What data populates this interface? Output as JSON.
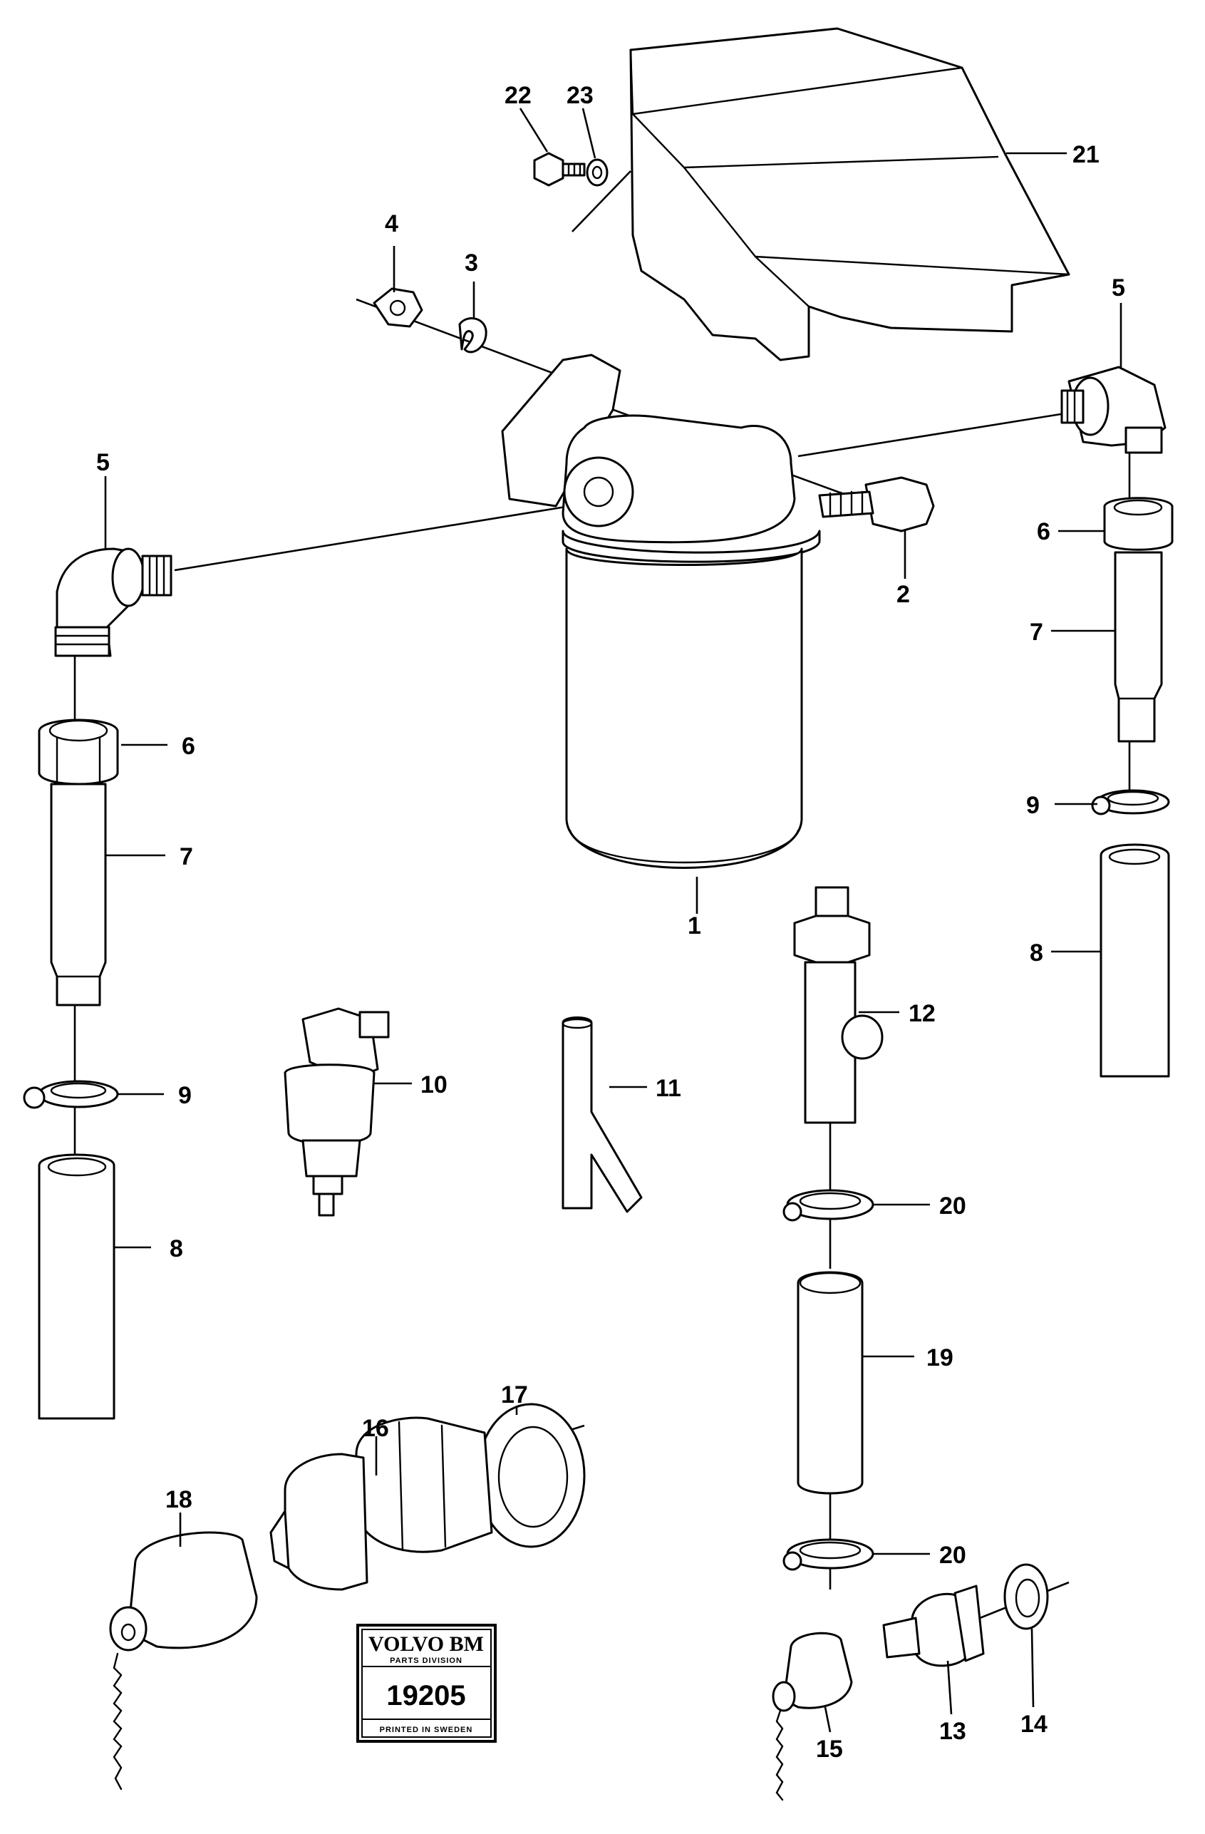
{
  "callouts": [
    {
      "id": "c1",
      "label": "1"
    },
    {
      "id": "c2",
      "label": "2"
    },
    {
      "id": "c3",
      "label": "3"
    },
    {
      "id": "c4",
      "label": "4"
    },
    {
      "id": "c5a",
      "label": "5"
    },
    {
      "id": "c5b",
      "label": "5"
    },
    {
      "id": "c6a",
      "label": "6"
    },
    {
      "id": "c6b",
      "label": "6"
    },
    {
      "id": "c7a",
      "label": "7"
    },
    {
      "id": "c7b",
      "label": "7"
    },
    {
      "id": "c8a",
      "label": "8"
    },
    {
      "id": "c8b",
      "label": "8"
    },
    {
      "id": "c9a",
      "label": "9"
    },
    {
      "id": "c9b",
      "label": "9"
    },
    {
      "id": "c10",
      "label": "10"
    },
    {
      "id": "c11",
      "label": "11"
    },
    {
      "id": "c12",
      "label": "12"
    },
    {
      "id": "c13",
      "label": "13"
    },
    {
      "id": "c14",
      "label": "14"
    },
    {
      "id": "c15",
      "label": "15"
    },
    {
      "id": "c16",
      "label": "16"
    },
    {
      "id": "c17",
      "label": "17"
    },
    {
      "id": "c18",
      "label": "18"
    },
    {
      "id": "c19",
      "label": "19"
    },
    {
      "id": "c20a",
      "label": "20"
    },
    {
      "id": "c20b",
      "label": "20"
    },
    {
      "id": "c21",
      "label": "21"
    },
    {
      "id": "c22",
      "label": "22"
    },
    {
      "id": "c23",
      "label": "23"
    }
  ],
  "stamp": {
    "brand": "VOLVO BM",
    "division": "PARTS DIVISION",
    "number": "19205",
    "printed": "PRINTED IN SWEDEN"
  }
}
